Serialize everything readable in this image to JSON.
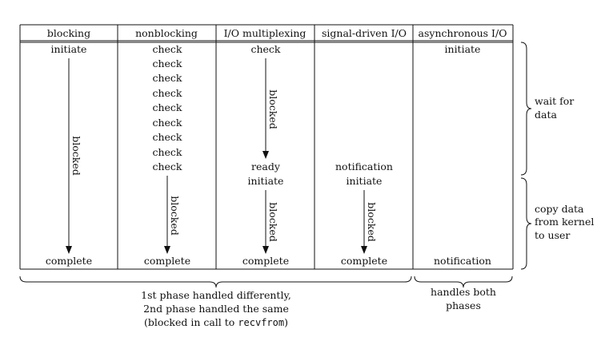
{
  "columns": [
    {
      "header": "blocking",
      "initiate": "initiate",
      "wait_arrow_label": "blocked",
      "complete": "complete"
    },
    {
      "header": "nonblocking",
      "checks": [
        "check",
        "check",
        "check",
        "check",
        "check",
        "check",
        "check",
        "check",
        "check"
      ],
      "copy_arrow_label": "blocked",
      "complete": "complete"
    },
    {
      "header": "I/O multiplexing",
      "check": "check",
      "wait_arrow_label": "blocked",
      "ready": "ready",
      "initiate": "initiate",
      "copy_arrow_label": "blocked",
      "complete": "complete"
    },
    {
      "header": "signal-driven I/O",
      "notification": "notification",
      "initiate": "initiate",
      "copy_arrow_label": "blocked",
      "complete": "complete"
    },
    {
      "header": "asynchronous I/O",
      "initiate": "initiate",
      "notification": "notification"
    }
  ],
  "phases": {
    "wait": [
      "wait for",
      "data"
    ],
    "copy": [
      "copy data",
      "from kernel",
      "to user"
    ]
  },
  "bottom": {
    "left_lines": [
      "1st phase handled differently,",
      "2nd phase handled the same"
    ],
    "left_last_prefix": "(blocked in call to ",
    "left_last_code": "recvfrom",
    "left_last_suffix": ")",
    "right_lines": [
      "handles both",
      "phases"
    ]
  }
}
